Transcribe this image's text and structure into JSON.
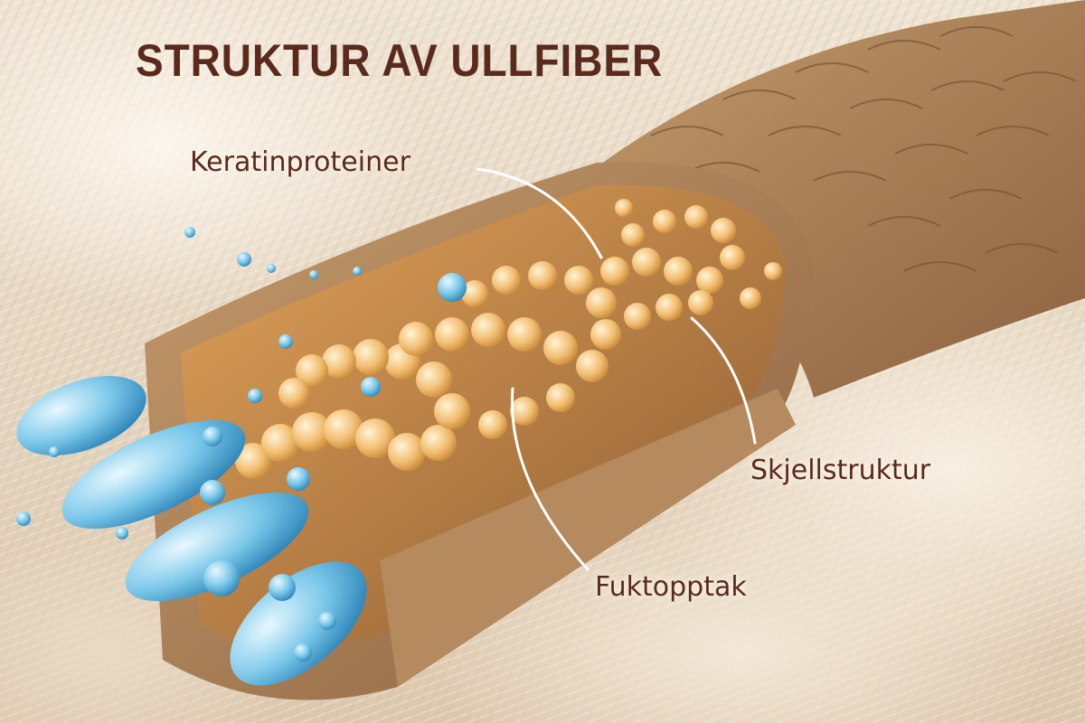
{
  "title": "STRUKTUR AV ULLFIBER",
  "labels": {
    "keratin": "Keratinproteiner",
    "scales": "Skjellstruktur",
    "moisture": "Fuktopptak"
  },
  "colors": {
    "text": "#5a2a1c",
    "fiber_wall": "#a7794d",
    "fiber_inner": "#c98a45",
    "keratin": "#f3c27a",
    "water": "#5fb6dd",
    "leader_line": "#ffffff"
  }
}
